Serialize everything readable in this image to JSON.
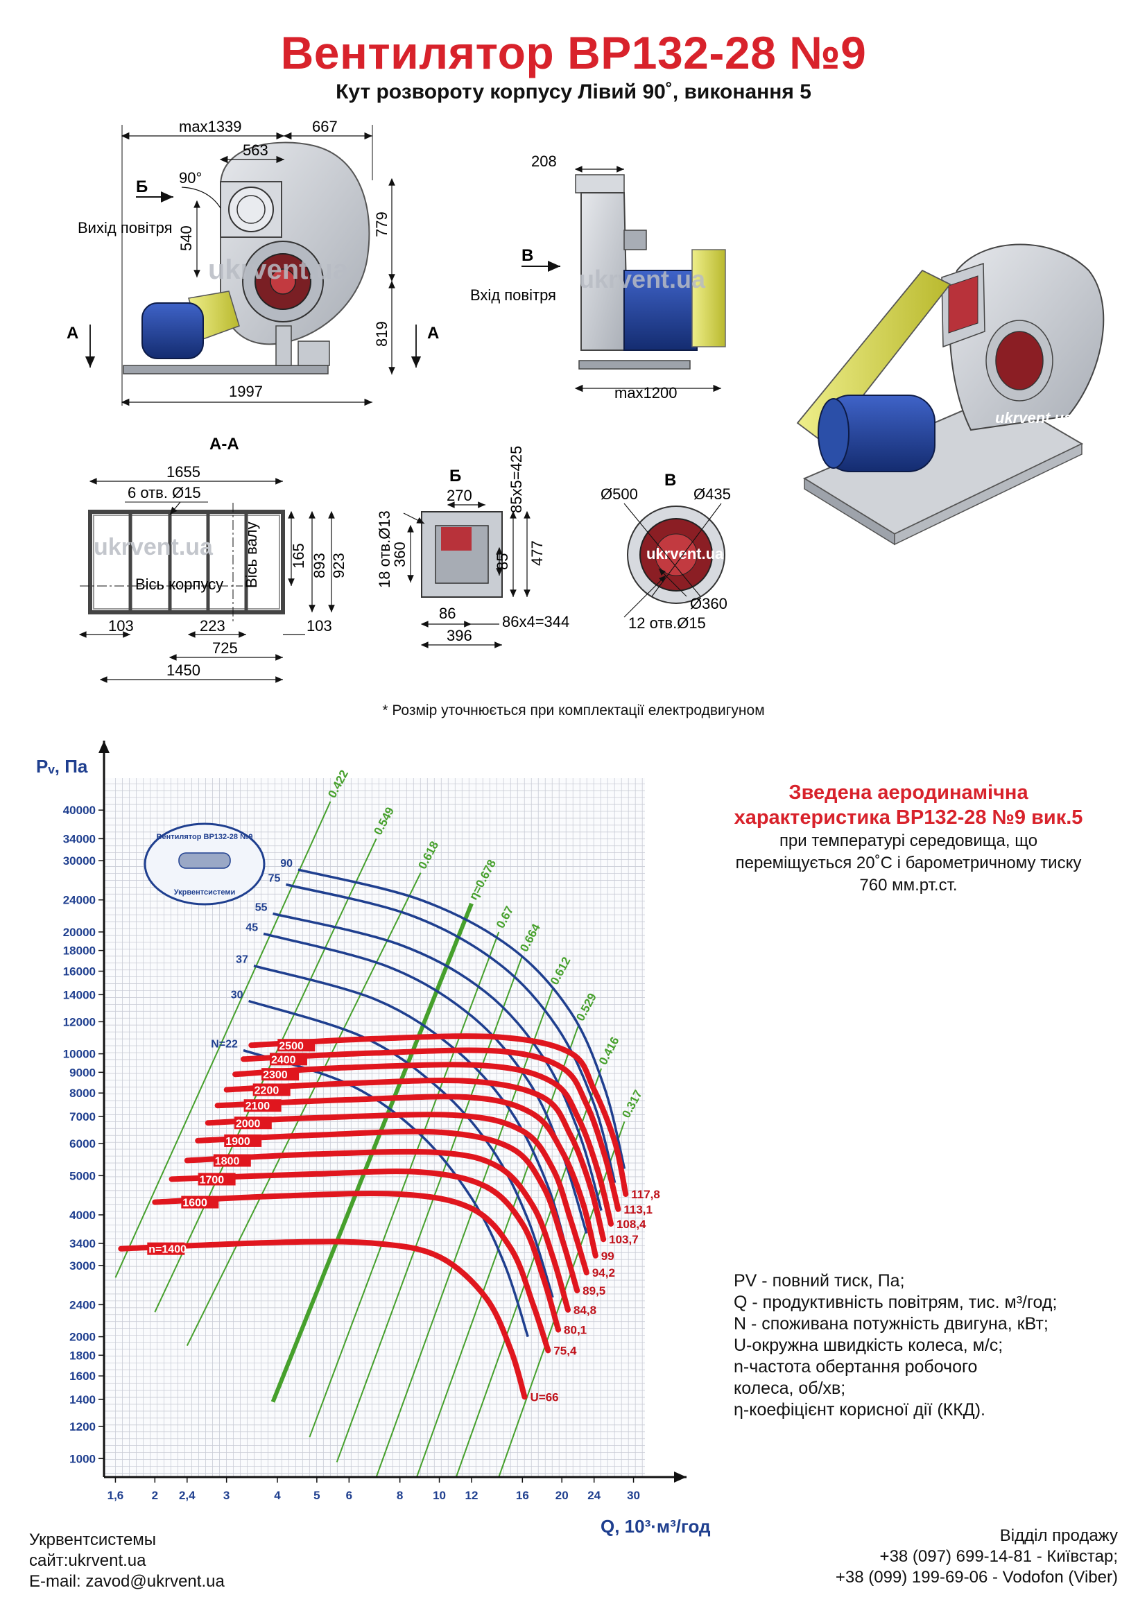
{
  "header": {
    "title": "Вентилятор ВР132-28 №9",
    "subtitle": "Кут розвороту корпусу Лівий 90˚, виконання 5"
  },
  "drawing": {
    "front": {
      "dim_max1339": "max1339",
      "dim_667": "667",
      "dim_563": "563",
      "dim_90deg": "90°",
      "dim_540": "540",
      "dim_779": "779",
      "dim_819": "819",
      "dim_1997": "1997",
      "label_b": "Б",
      "label_outlet": "Вихід повітря",
      "label_a_left": "А",
      "label_a_right": "А"
    },
    "side": {
      "dim_208": "208",
      "label_v": "В",
      "label_inlet": "Вхід повітря",
      "dim_max1200": "max1200"
    },
    "section_aa": {
      "title": "А-А",
      "dim_1655": "1655",
      "holes": "6 отв. Ø15",
      "axis_housing": "Вісь корпусу",
      "axis_shaft": "Вісь валу",
      "dim_165": "165",
      "dim_893": "893",
      "dim_923": "923",
      "dim_103_left": "103",
      "dim_223": "223",
      "dim_103_right": "103",
      "dim_725": "725",
      "dim_1450": "1450"
    },
    "view_b": {
      "title": "Б",
      "dim_270": "270",
      "dim_85x5": "85х5=425",
      "holes": "18 отв.Ø13",
      "dim_360": "360",
      "dim_85": "85",
      "dim_477": "477",
      "dim_86": "86",
      "dim_86x4": "86х4=344",
      "dim_396": "396"
    },
    "view_v": {
      "title": "В",
      "d500": "Ø500",
      "d435": "Ø435",
      "d360": "Ø360",
      "holes": "12 отв.Ø15"
    },
    "watermark": "ukrvent.ua",
    "note": "* Розмір уточнюється при комплектації електродвигуном"
  },
  "chart_data": {
    "type": "line",
    "title": "",
    "xlabel": "Q, 10³·м³/год",
    "ylabel": "Pᵥ, Па",
    "xscale": "log",
    "yscale": "log",
    "xlim": [
      1.5,
      32
    ],
    "ylim": [
      900,
      48000
    ],
    "x_ticks": [
      "1,6",
      "2",
      "2,4",
      "3",
      "4",
      "5",
      "6",
      "8",
      "10",
      "12",
      "16",
      "20",
      "24",
      "30"
    ],
    "y_ticks": [
      "1000",
      "1200",
      "1400",
      "1600",
      "1800",
      "2000",
      "2400",
      "3000",
      "3400",
      "4000",
      "5000",
      "6000",
      "7000",
      "8000",
      "9000",
      "10000",
      "12000",
      "14000",
      "16000",
      "18000",
      "20000",
      "24000",
      "30000",
      "34000",
      "40000"
    ],
    "grid": true,
    "pressure_curves": [
      {
        "n": "n=1400",
        "label_end": "U=66",
        "points": [
          [
            1.65,
            3300
          ],
          [
            4,
            3420
          ],
          [
            7,
            3400
          ],
          [
            10,
            3150
          ],
          [
            13,
            2500
          ],
          [
            15,
            1850
          ],
          [
            16.2,
            1420
          ]
        ]
      },
      {
        "n": "1600",
        "label_end": "75,4",
        "points": [
          [
            2.0,
            4300
          ],
          [
            4,
            4450
          ],
          [
            8,
            4500
          ],
          [
            12,
            4150
          ],
          [
            15,
            3300
          ],
          [
            17,
            2400
          ],
          [
            18.5,
            1850
          ]
        ]
      },
      {
        "n": "1700",
        "label_end": "80,1",
        "points": [
          [
            2.2,
            4900
          ],
          [
            5,
            5050
          ],
          [
            9,
            5100
          ],
          [
            13,
            4700
          ],
          [
            16,
            3800
          ],
          [
            18,
            2800
          ],
          [
            19.6,
            2080
          ]
        ]
      },
      {
        "n": "1800",
        "label_end": "84,8",
        "points": [
          [
            2.4,
            5450
          ],
          [
            5,
            5650
          ],
          [
            10,
            5700
          ],
          [
            14,
            5250
          ],
          [
            17,
            4200
          ],
          [
            19,
            3150
          ],
          [
            20.7,
            2330
          ]
        ]
      },
      {
        "n": "1900",
        "label_end": "89,5",
        "points": [
          [
            2.55,
            6100
          ],
          [
            5,
            6300
          ],
          [
            10,
            6400
          ],
          [
            15,
            5850
          ],
          [
            18,
            4700
          ],
          [
            20,
            3500
          ],
          [
            21.8,
            2600
          ]
        ]
      },
      {
        "n": "2000",
        "label_end": "94,2",
        "points": [
          [
            2.7,
            6750
          ],
          [
            5,
            6950
          ],
          [
            11,
            7050
          ],
          [
            16,
            6450
          ],
          [
            19,
            5200
          ],
          [
            21,
            3900
          ],
          [
            23,
            2880
          ]
        ]
      },
      {
        "n": "2100",
        "label_end": "99",
        "points": [
          [
            2.85,
            7450
          ],
          [
            6,
            7700
          ],
          [
            12,
            7800
          ],
          [
            17,
            7100
          ],
          [
            20,
            5750
          ],
          [
            22.5,
            4300
          ],
          [
            24.2,
            3170
          ]
        ]
      },
      {
        "n": "2200",
        "label_end": "103,7",
        "points": [
          [
            3.0,
            8150
          ],
          [
            6,
            8450
          ],
          [
            12,
            8550
          ],
          [
            18,
            7800
          ],
          [
            21,
            6300
          ],
          [
            23.5,
            4700
          ],
          [
            25.3,
            3480
          ]
        ]
      },
      {
        "n": "2300",
        "label_end": "108,4",
        "points": [
          [
            3.15,
            8900
          ],
          [
            6,
            9250
          ],
          [
            13,
            9350
          ],
          [
            19,
            8500
          ],
          [
            22,
            6900
          ],
          [
            24.5,
            5150
          ],
          [
            26.4,
            3800
          ]
        ]
      },
      {
        "n": "2400",
        "label_end": "113,1",
        "points": [
          [
            3.3,
            9700
          ],
          [
            7,
            10050
          ],
          [
            14,
            10150
          ],
          [
            20,
            9250
          ],
          [
            23,
            7500
          ],
          [
            25.5,
            5600
          ],
          [
            27.5,
            4130
          ]
        ]
      },
      {
        "n": "2500",
        "label_end": "117,8",
        "points": [
          [
            3.45,
            10500
          ],
          [
            7,
            10900
          ],
          [
            14,
            11000
          ],
          [
            21,
            10050
          ],
          [
            24,
            8150
          ],
          [
            27,
            6050
          ],
          [
            28.7,
            4500
          ]
        ]
      }
    ],
    "power_curves": [
      {
        "N": "N=22",
        "points": [
          [
            3.3,
            10200
          ],
          [
            6,
            8400
          ],
          [
            9,
            6300
          ],
          [
            12,
            4400
          ],
          [
            14.5,
            3000
          ],
          [
            16.5,
            2000
          ]
        ]
      },
      {
        "N": "30",
        "points": [
          [
            3.4,
            13500
          ],
          [
            6.5,
            11000
          ],
          [
            10,
            8200
          ],
          [
            13.5,
            5800
          ],
          [
            16.5,
            3900
          ],
          [
            19,
            2500
          ]
        ]
      },
      {
        "N": "37",
        "points": [
          [
            3.5,
            16500
          ],
          [
            7,
            13600
          ],
          [
            11,
            10200
          ],
          [
            15,
            7200
          ],
          [
            18.5,
            4700
          ],
          [
            21,
            3000
          ]
        ]
      },
      {
        "N": "45",
        "points": [
          [
            3.7,
            19800
          ],
          [
            7.5,
            16400
          ],
          [
            12,
            12400
          ],
          [
            16.5,
            8600
          ],
          [
            20,
            5700
          ],
          [
            23,
            3600
          ]
        ]
      },
      {
        "N": "55",
        "points": [
          [
            3.9,
            22200
          ],
          [
            8,
            18600
          ],
          [
            13,
            14200
          ],
          [
            18,
            9800
          ],
          [
            22,
            6400
          ],
          [
            25,
            4100
          ]
        ]
      },
      {
        "N": "75",
        "points": [
          [
            4.2,
            26200
          ],
          [
            8.5,
            22000
          ],
          [
            14,
            16700
          ],
          [
            19.5,
            11600
          ],
          [
            24,
            7500
          ],
          [
            27,
            4800
          ]
        ]
      },
      {
        "N": "90",
        "points": [
          [
            4.5,
            28500
          ],
          [
            9,
            24000
          ],
          [
            15,
            18300
          ],
          [
            21,
            12700
          ],
          [
            25.5,
            8200
          ],
          [
            28.5,
            5200
          ]
        ]
      }
    ],
    "efficiency_lines": [
      {
        "eta": "0.422",
        "points": [
          [
            1.6,
            2800
          ],
          [
            5.4,
            42000
          ]
        ]
      },
      {
        "eta": "0.549",
        "points": [
          [
            2.0,
            2300
          ],
          [
            7.0,
            34000
          ]
        ]
      },
      {
        "eta": "0.618",
        "points": [
          [
            2.4,
            1900
          ],
          [
            9.0,
            28000
          ]
        ]
      },
      {
        "eta": "η=0.678",
        "points": [
          [
            3.9,
            1380
          ],
          [
            12.0,
            23500
          ]
        ],
        "bold": true
      },
      {
        "eta": "0.67",
        "points": [
          [
            4.8,
            1130
          ],
          [
            14.0,
            20000
          ]
        ]
      },
      {
        "eta": "0.664",
        "points": [
          [
            5.6,
            980
          ],
          [
            16.0,
            17500
          ]
        ]
      },
      {
        "eta": "0.612",
        "points": [
          [
            7.0,
            900
          ],
          [
            19.0,
            14500
          ]
        ]
      },
      {
        "eta": "0.529",
        "points": [
          [
            8.8,
            900
          ],
          [
            22.0,
            11800
          ]
        ]
      },
      {
        "eta": "0.416",
        "points": [
          [
            11.0,
            900
          ],
          [
            25.0,
            9200
          ]
        ]
      },
      {
        "eta": "0.317",
        "points": [
          [
            14.0,
            900
          ],
          [
            28.5,
            6800
          ]
        ]
      }
    ],
    "stamp": {
      "line1": "Вентилятор ВР132-28 №9",
      "line2": "Укрвентсистеми"
    }
  },
  "legend": {
    "title_line1": "Зведена аеродинамічна",
    "title_line2": "характеристика ВР132-28 №9 вик.5",
    "sub_line1": "при температурі середовища, що",
    "sub_line2": "переміщується 20˚С і барометричному тиску",
    "sub_line3": "760 мм.рт.ст.",
    "items": [
      "PV - повний тиск, Па;",
      "Q - продуктивність повітрям, тис. м³/год;",
      "N - споживана потужність двигуна, кВт;",
      "U-окружна швидкість колеса, м/с;",
      "n-частота обертання робочого",
      "колеса, об/хв;",
      "η-коефіцієнт корисної дії (ККД)."
    ]
  },
  "footer": {
    "company": "Укрвентсистемы",
    "site": "сайт:ukrvent.ua",
    "email": "E-mail: zavod@ukrvent.ua",
    "sales_title": "Відділ продажу",
    "phone1": "+38 (097) 699-14-81 - Київстар;",
    "phone2": "+38 (099) 199-69-06 - Vodofon (Viber)"
  },
  "colors": {
    "title": "#d8222b",
    "pressure_curve": "#e0161e",
    "power_curve": "#1f3f8f",
    "efficiency_line": "#46a02c",
    "grid": "#c9ccd6",
    "motor": "#1c3e9a",
    "belt_guard": "#d9d94a",
    "housing": "#c8ccd2"
  }
}
